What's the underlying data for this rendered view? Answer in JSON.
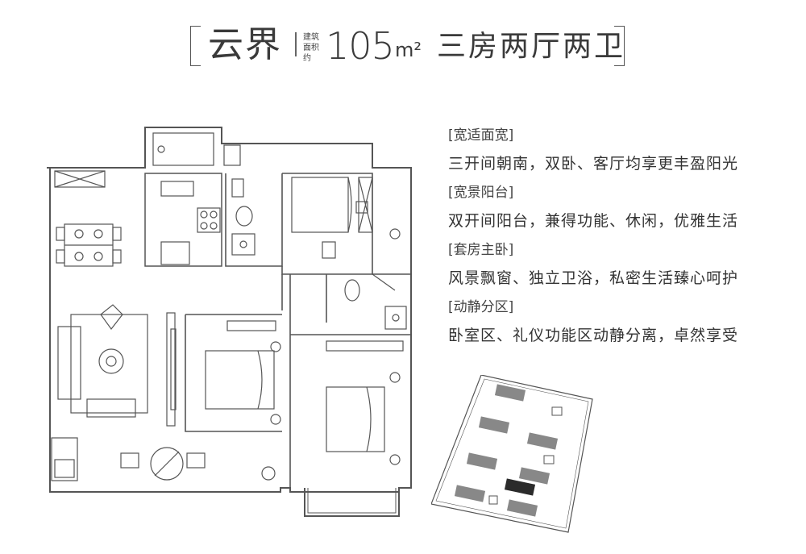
{
  "title": {
    "project_name": "云界",
    "area_label": "建筑面积约",
    "area_value": "105",
    "area_unit": "m²",
    "layout_type": "三房两厅两卫"
  },
  "features": [
    {
      "heading": "[宽适面宽]",
      "description": "三开间朝南，双卧、客厅均享更丰盈阳光"
    },
    {
      "heading": "[宽景阳台]",
      "description": "双开间阳台，兼得功能、休闲，优雅生活"
    },
    {
      "heading": "[套房主卧]",
      "description": "风景飘窗、独立卫浴，私密生活臻心呵护"
    },
    {
      "heading": "[动静分区]",
      "description": "卧室区、礼仪功能区动静分离，卓然享受"
    }
  ],
  "colors": {
    "line": "#555555",
    "text": "#3a3a3a",
    "highlight": "#2b2b2b"
  }
}
